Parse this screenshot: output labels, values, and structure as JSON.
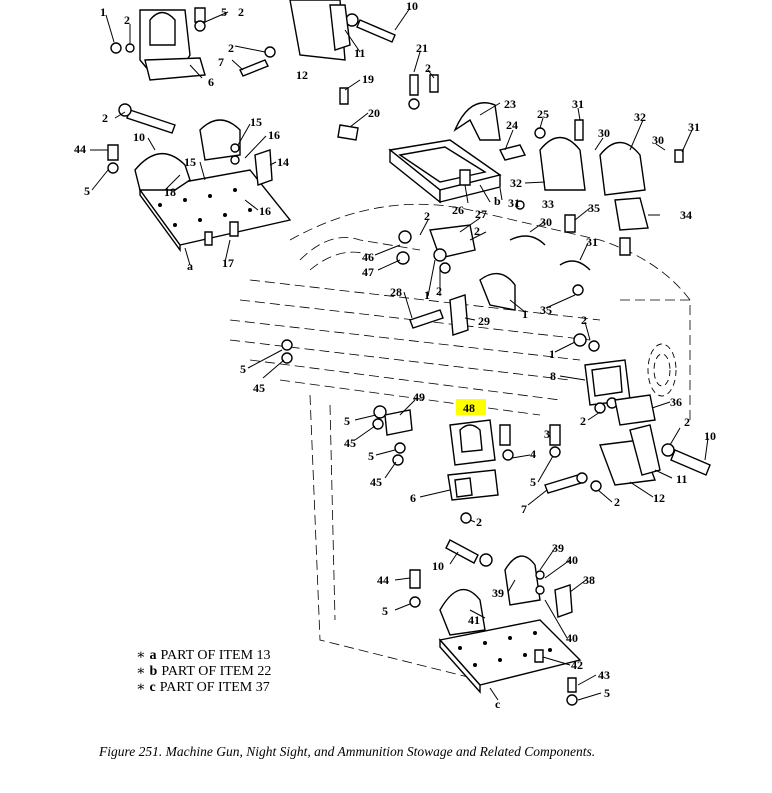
{
  "callouts": [
    "1",
    "2",
    "5",
    "10",
    "11",
    "12",
    "6",
    "7",
    "21",
    "19",
    "20",
    "23",
    "24",
    "25",
    "31",
    "30",
    "32",
    "33",
    "15",
    "16",
    "14",
    "44",
    "18",
    "17",
    "26",
    "27",
    "34",
    "35",
    "46",
    "47",
    "28",
    "29",
    "45",
    "8",
    "36",
    "49",
    "48",
    "4",
    "3",
    "39",
    "40",
    "38",
    "41",
    "42",
    "43",
    "a",
    "b",
    "c"
  ],
  "highlight_callout": "48",
  "highlight_color": "#ffff00",
  "notes": [
    {
      "mark": "∗",
      "letter": "a",
      "text": "PART OF ITEM 13"
    },
    {
      "mark": "∗",
      "letter": "b",
      "text": "PART OF ITEM 22"
    },
    {
      "mark": "∗",
      "letter": "c",
      "text": "PART OF ITEM 37"
    }
  ],
  "caption": "Figure 251.  Machine Gun, Night Sight, and Ammunition Stowage and Related Components."
}
